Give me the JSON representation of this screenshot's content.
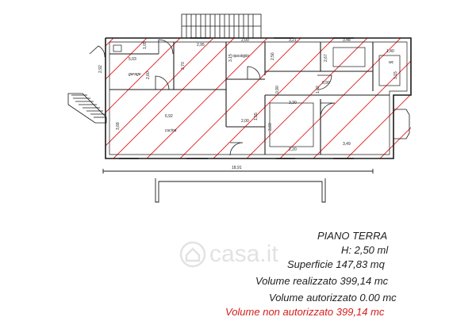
{
  "plan": {
    "rooms": {
      "garage": "garage",
      "ripostiglio": "ripostiglio",
      "cucina": "cucina",
      "wc": "wc"
    },
    "dimensions": {
      "d1": "1,05",
      "d2": "5,03",
      "d3": "2,92",
      "d4": "2,60",
      "d5": "2,95",
      "d6": "3,70",
      "d7": "2,00",
      "d8": "3,15",
      "d9": "3,21",
      "d10": "2,56",
      "d11": "3,48",
      "d12": "2,67",
      "d13": "1,40",
      "d14": "3,15",
      "d15": "0,99",
      "d16": "0,90",
      "d17": "1,02",
      "d18": "3,30",
      "d19": "6,92",
      "d20": "3,68",
      "d21": "2,00",
      "d22": "1,55",
      "d23": "3,60",
      "d24": "2,20",
      "d25": "3,49",
      "d26": "18,91"
    }
  },
  "caption": {
    "title": "PIANO TERRA",
    "height": "H: 2,50 ml",
    "surface": "Superficie 147,83 mq",
    "volume_built": "Volume realizzato 399,14 mc",
    "volume_authorized": "Volume autorizzato 0.00 mc",
    "volume_unauthorized": "Volume non autorizzato 399,14 mc"
  },
  "watermark": "casa.it",
  "colors": {
    "hatch": "#e01e1e",
    "line": "#1a1a1a",
    "unauthorized_text": "#d41c1c"
  }
}
